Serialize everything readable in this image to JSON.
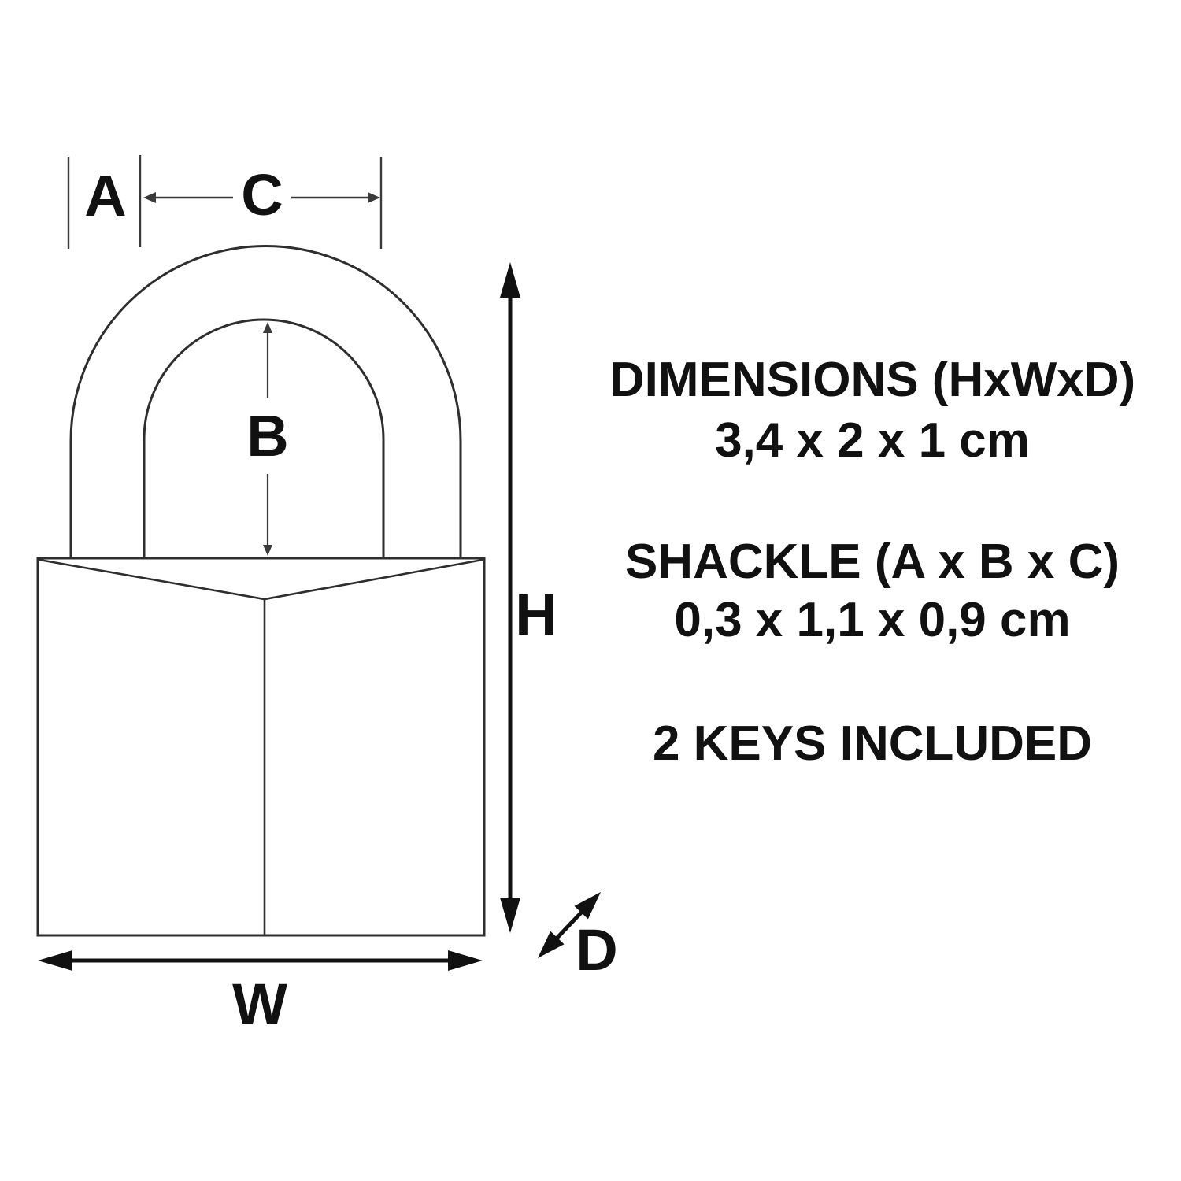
{
  "spec_text": {
    "dimensions_title": "DIMENSIONS (HxWxD)",
    "dimensions_value": "3,4 x 2 x 1 cm",
    "shackle_title": "SHACKLE (A x B x C)",
    "shackle_value": "0,3 x 1,1 x 0,9 cm",
    "keys_note": "2 KEYS INCLUDED"
  },
  "dimension_labels": {
    "a": "A",
    "b": "B",
    "c": "C",
    "h": "H",
    "w": "W",
    "d": "D"
  },
  "colors": {
    "ink": "#111111",
    "thin_line": "#3a3a3a",
    "background": "#ffffff"
  }
}
